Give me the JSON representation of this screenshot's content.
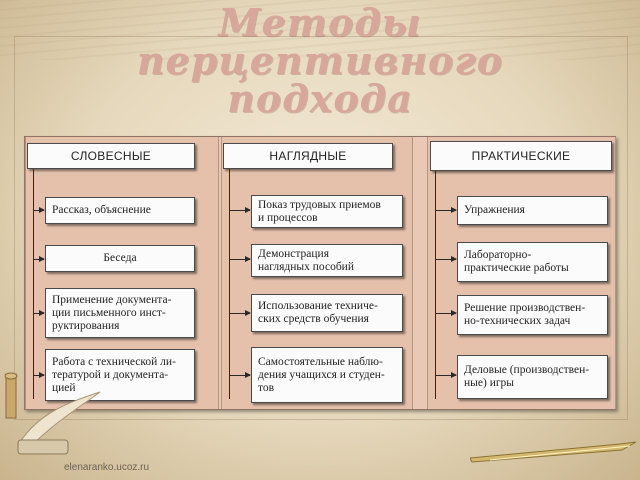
{
  "title": {
    "line1": "Методы",
    "line2": "перцептивного",
    "line3": "подхода"
  },
  "columns": [
    {
      "header": "СЛОВЕСНЫЕ",
      "items": [
        "Рассказ, объяснение",
        "Беседа",
        "Применение документа-\nции письменного инст-\nруктирования",
        "Работа с технической ли-\nтературой и документа-\nцией"
      ]
    },
    {
      "header": "НАГЛЯДНЫЕ",
      "items": [
        "Показ трудовых приемов\nи процессов",
        "Демонстрация\nнаглядных пособий",
        "Использование техниче-\nских средств обучения",
        "Самостоятельные наблю-\nдения учащихся и студен-\nтов"
      ]
    },
    {
      "header": "ПРАКТИЧЕСКИЕ",
      "items": [
        "Упражнения",
        "Лабораторно-\nпрактические работы",
        "Решение производствен-\nно-технических задач",
        "Деловые (производствен-\nные) игры"
      ]
    }
  ],
  "website": "elenaranko.ucoz.ru",
  "colors": {
    "title": "#d7a79c",
    "panel": "#e9c9b5",
    "box": "#fbfbfb",
    "border": "#4b4b4b"
  },
  "icons": [
    "quill-pen-icon",
    "fountain-pen-icon"
  ]
}
